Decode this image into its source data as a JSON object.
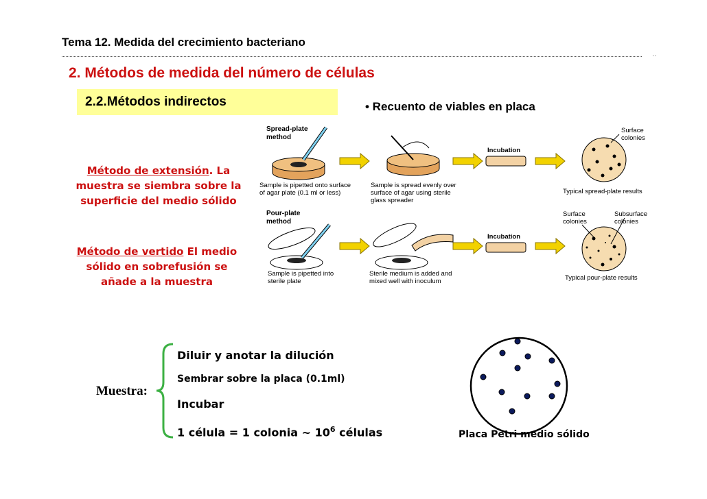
{
  "header": {
    "title": "Tema 12.  Medida del crecimiento bacteriano",
    "section": "2. Métodos de medida del número de células",
    "subsection": "2.2.Métodos indirectos",
    "bullet": "• Recuento de viables en placa"
  },
  "extension": {
    "heading": "Método de extensión",
    "line1_rest": ". La",
    "line2": "muestra se siembra sobre la",
    "line3": "superficie del medio sólido"
  },
  "vertido": {
    "heading": "Método de vertido",
    "line1_rest": " El medio",
    "line2": "sólido en sobrefusión se",
    "line3": "añade a la muestra"
  },
  "figure": {
    "spread_title_1": "Spread-plate",
    "spread_title_2": "method",
    "spread_step1_1": "Sample is pipetted onto surface",
    "spread_step1_2": "of agar plate (0.1 ml or less)",
    "spread_step2_1": "Sample is spread evenly over",
    "spread_step2_2": "surface of agar using sterile",
    "spread_step2_3": "glass spreader",
    "incubation": "Incubation",
    "surface_colonies_1": "Surface",
    "surface_colonies_2": "colonies",
    "spread_results": "Typical spread-plate results",
    "pour_title_1": "Pour-plate",
    "pour_title_2": "method",
    "pour_step1_1": "Sample is pipetted into",
    "pour_step1_2": "sterile plate",
    "pour_step2_1": "Sterile medium is added and",
    "pour_step2_2": "mixed well with inoculum",
    "subsurface_colonies_1": "Subsurface",
    "subsurface_colonies_2": "colonies",
    "pour_results": "Typical pour-plate results"
  },
  "procedure": {
    "label": "Muestra:",
    "step1": "Diluir y anotar la dilución",
    "step2": "Sembrar sobre la placa (0.1ml)",
    "step3": "Incubar",
    "step4_main": "1 célula = 1 colonia ~ 10",
    "step4_exp": "6",
    "step4_end": " células"
  },
  "petri_caption": "Placa Petri medio sólido",
  "colors": {
    "red": "#cc1111",
    "highlight": "#ffff99",
    "arrow": "#f2d200",
    "colony": "#0b1a5c"
  }
}
